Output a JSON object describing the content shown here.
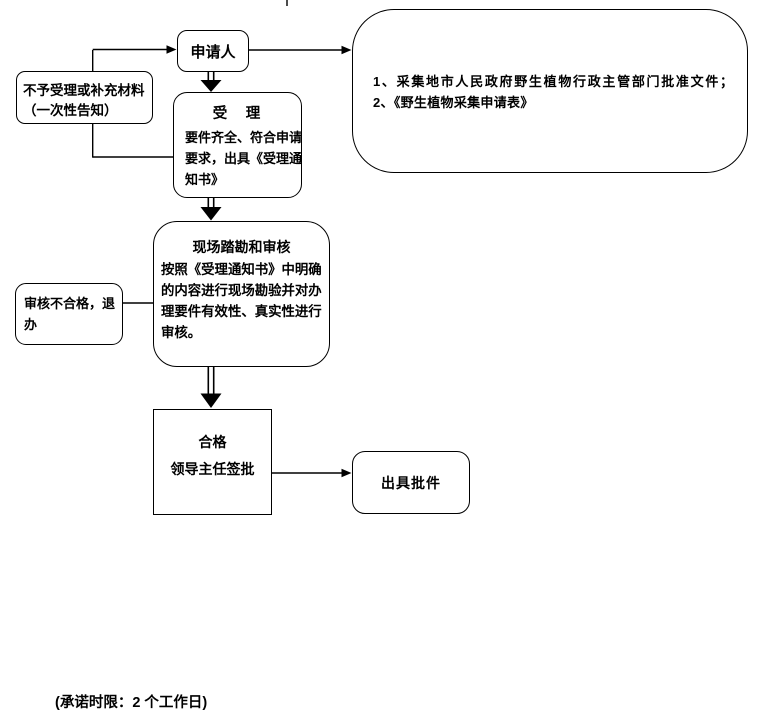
{
  "nodes": {
    "applicant": {
      "label": "申请人"
    },
    "materials": {
      "lines": [
        "1、采集地市人民政府野生植物行政主管部门批准文件；",
        "2、《野生植物采集申请表》"
      ]
    },
    "reject": {
      "lines": [
        "不予受理或补充材料",
        "（一次性告知）"
      ]
    },
    "accept": {
      "title": "受　理",
      "lines": [
        "要件齐全、符合申请",
        "要求，出具《受理通",
        "知书》"
      ]
    },
    "survey": {
      "title": "现场踏勘和审核",
      "lines": [
        "按照《受理通知书》中明确",
        "的内容进行现场勘验并对办",
        "理要件有效性、真实性进行",
        "审核。"
      ]
    },
    "fail": {
      "lines": [
        "审核不合格，退",
        "办"
      ]
    },
    "pass": {
      "lines": [
        "合格",
        "领导主任签批"
      ]
    },
    "issue": {
      "label": "出具批件"
    }
  },
  "caption": "(承诺时限：2 个工作日)",
  "colors": {
    "line": "#000000",
    "background": "#ffffff",
    "text": "#000000"
  }
}
